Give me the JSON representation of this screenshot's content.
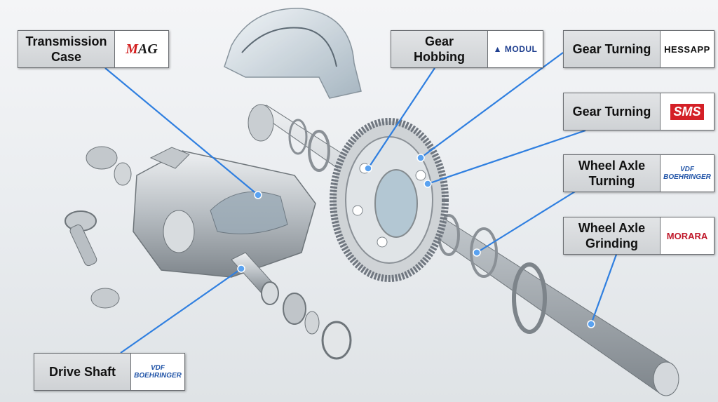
{
  "labels": [
    {
      "id": "transmission-case",
      "text": "Transmission\nCase",
      "logo": "MAG"
    },
    {
      "id": "gear-hobbing",
      "text": "Gear\nHobbing",
      "logo": "MODUL"
    },
    {
      "id": "gear-turning-1",
      "text": "Gear Turning",
      "logo": "HESSAPP"
    },
    {
      "id": "gear-turning-2",
      "text": "Gear Turning",
      "logo": "SMS"
    },
    {
      "id": "wheel-axle-turning",
      "text": "Wheel Axle\nTurning",
      "logo": "VDF\nBOEHRINGER"
    },
    {
      "id": "wheel-axle-grinding",
      "text": "Wheel Axle\nGrinding",
      "logo": "MORARA"
    },
    {
      "id": "drive-shaft",
      "text": "Drive Shaft",
      "logo": "VDF\nBOEHRINGER"
    }
  ],
  "colors": {
    "leader": "#2f7fe0",
    "dot": "#5aa2f0",
    "metal": "#b9bfc4",
    "dark": "#7d848a"
  }
}
